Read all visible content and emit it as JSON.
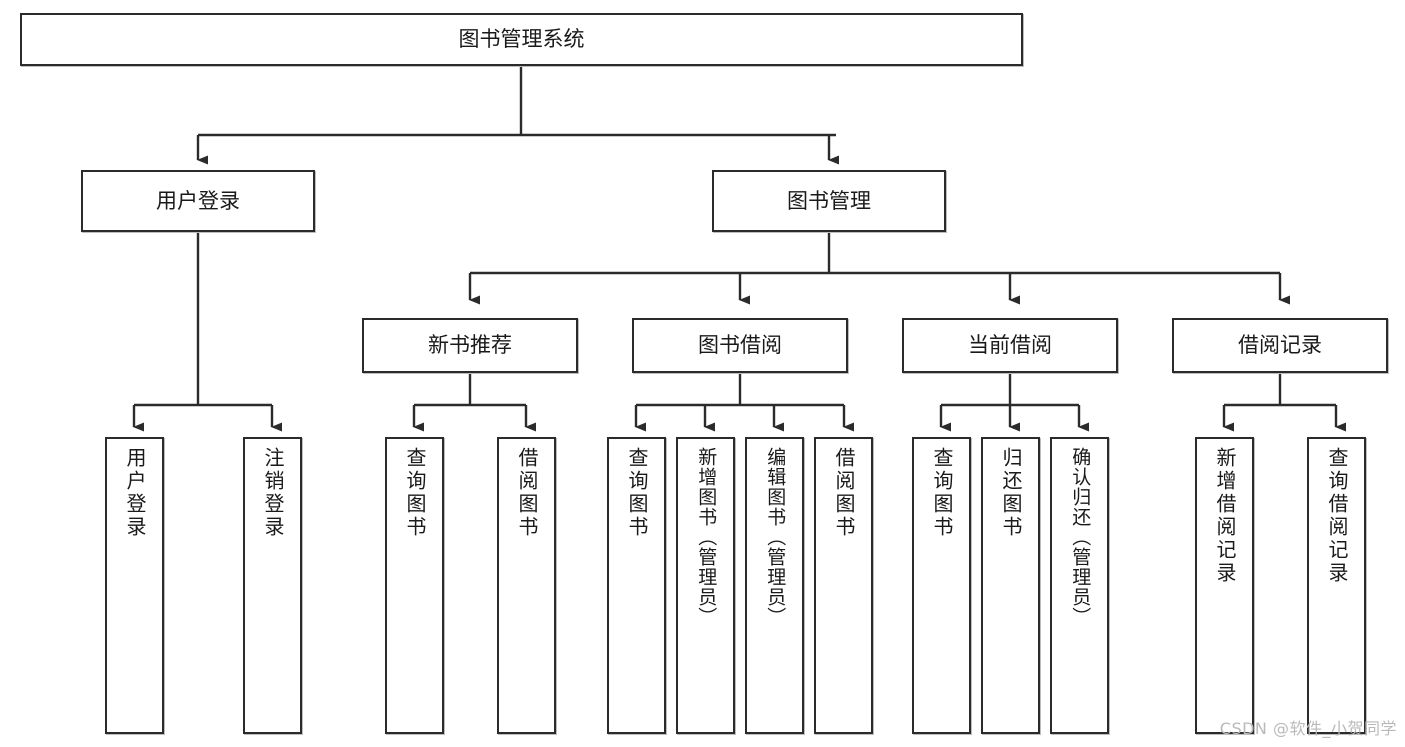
{
  "diagram": {
    "title": "图书管理系统",
    "type": "tree",
    "root": {
      "label": "图书管理系统"
    },
    "level2": [
      {
        "label": "用户登录"
      },
      {
        "label": "图书管理"
      }
    ],
    "level3": [
      {
        "label": "新书推荐"
      },
      {
        "label": "图书借阅"
      },
      {
        "label": "当前借阅"
      },
      {
        "label": "借阅记录"
      }
    ],
    "leaves": {
      "user_login": [
        {
          "label": "用户登录"
        },
        {
          "label": "注销登录"
        }
      ],
      "new_book_recommend": [
        {
          "label": "查询图书"
        },
        {
          "label": "借阅图书"
        }
      ],
      "book_borrow": [
        {
          "label": "查询图书"
        },
        {
          "label": "新增图书（管理员）"
        },
        {
          "label": "编辑图书（管理员）"
        },
        {
          "label": "借阅图书"
        }
      ],
      "current_borrow": [
        {
          "label": "查询图书"
        },
        {
          "label": "归还图书"
        },
        {
          "label": "确认归还（管理员）"
        }
      ],
      "borrow_record": [
        {
          "label": "新增借阅记录"
        },
        {
          "label": "查询借阅记录"
        }
      ]
    }
  },
  "watermark": {
    "text": "CSDN @软件_小贺同学"
  },
  "colors": {
    "border": "#2b2b2b",
    "background": "#ffffff",
    "text": "#1a1a1a",
    "watermark": "#b9b9b9"
  }
}
